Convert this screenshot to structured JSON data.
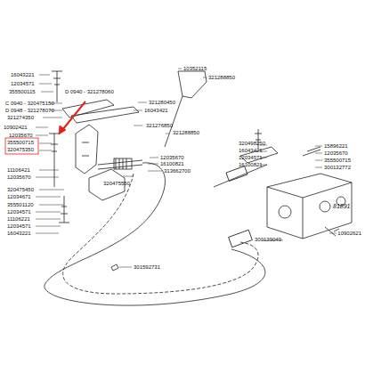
{
  "diagram": {
    "labels": [
      "16043221",
      "12034571",
      "355500115",
      "D 0940 - 321278060",
      "C 0940 - 320475150",
      "D 0948 - 321278070",
      "321274350",
      "321280450",
      "16043421",
      "321276850",
      "10352115",
      "321288850",
      "321288850",
      "10902421",
      "12035670",
      "355500715",
      "320475350",
      "11106421",
      "12035670",
      "320475450",
      "12034671",
      "355501120",
      "12034571",
      "11106221",
      "12034571",
      "16043221",
      "12035670",
      "16100821",
      "313662700",
      "320475550",
      "301592731",
      "320498250",
      "16043421",
      "12034571",
      "16100821",
      "15896221",
      "12035670",
      "355500715",
      "300132772",
      "300139049",
      "10902621",
      "81891"
    ]
  }
}
